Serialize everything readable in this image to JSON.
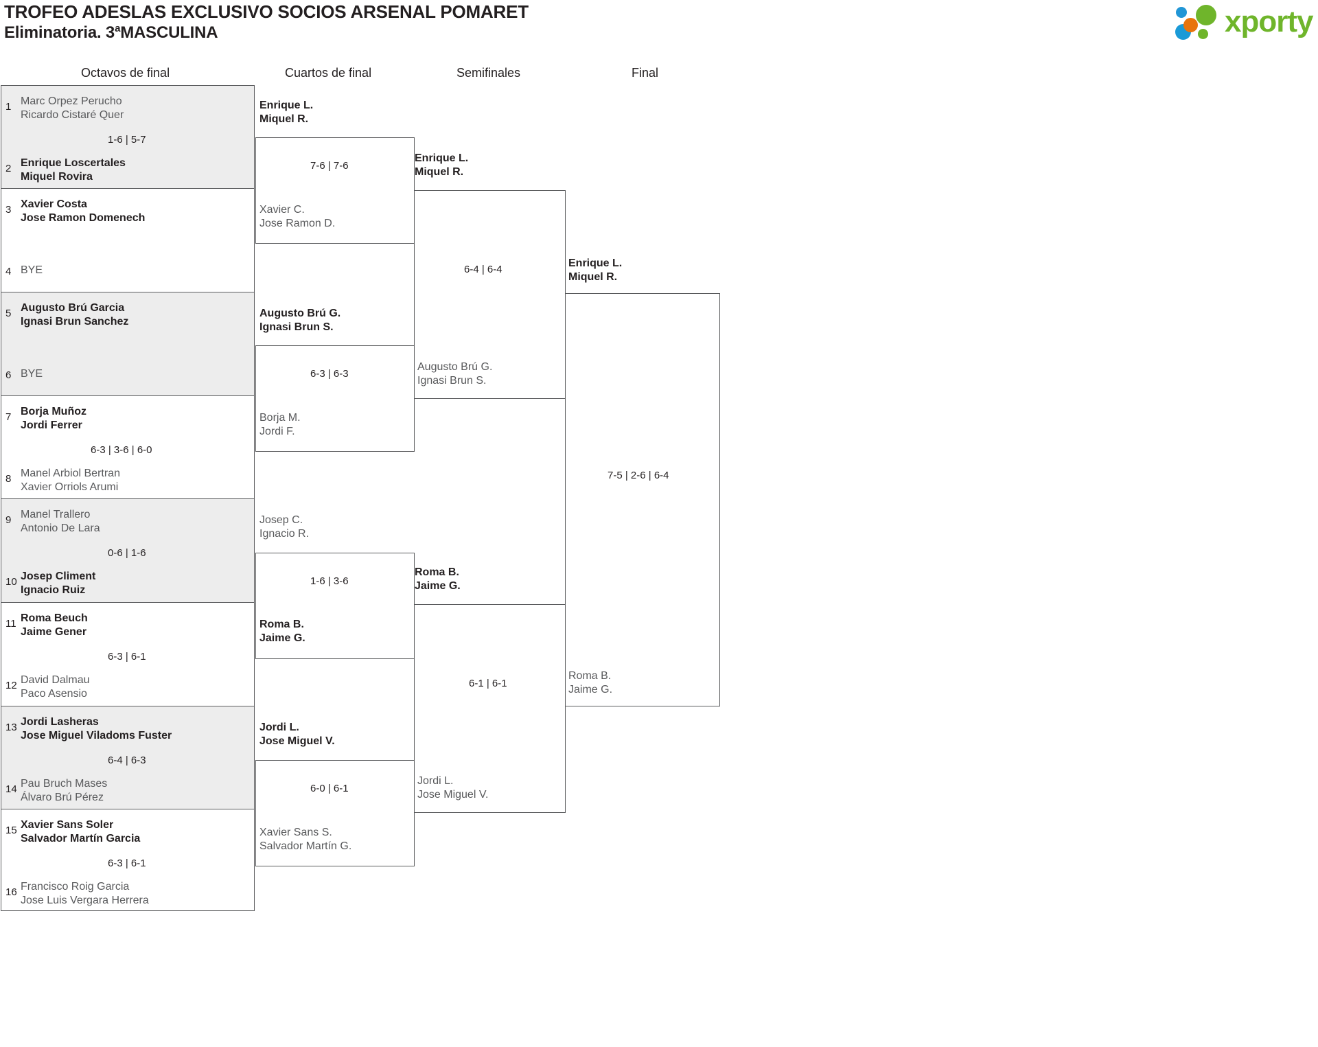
{
  "header": {
    "title_line1": "TROFEO ADESLAS EXCLUSIVO SOCIOS ARSENAL POMARET",
    "title_line2_pre": "Eliminatoria. 3",
    "title_line2_sup": "a",
    "title_line2_post": "MASCULINA",
    "logo_text": "xporty"
  },
  "rounds": [
    {
      "label": "Octavos de final"
    },
    {
      "label": "Cuartos de final"
    },
    {
      "label": "Semifinales"
    },
    {
      "label": "Final"
    }
  ],
  "round1": {
    "matches": [
      {
        "score": "1-6 | 5-7",
        "top": {
          "seed": "1",
          "p1": "Marc Orpez Perucho",
          "p2": "Ricardo Cistaré Quer",
          "winner": false
        },
        "bottom": {
          "seed": "2",
          "p1": "Enrique Loscertales",
          "p2": "Miquel Rovira",
          "winner": true
        }
      },
      {
        "score": "",
        "top": {
          "seed": "3",
          "p1": "Xavier Costa",
          "p2": "Jose Ramon Domenech",
          "winner": true
        },
        "bottom": {
          "seed": "4",
          "p1": "BYE",
          "p2": "",
          "winner": false
        }
      },
      {
        "score": "",
        "top": {
          "seed": "5",
          "p1": "Augusto Brú Garcia",
          "p2": "Ignasi Brun Sanchez",
          "winner": true
        },
        "bottom": {
          "seed": "6",
          "p1": "BYE",
          "p2": "",
          "winner": false
        }
      },
      {
        "score": "6-3 | 3-6 | 6-0",
        "top": {
          "seed": "7",
          "p1": "Borja Muñoz",
          "p2": "Jordi Ferrer",
          "winner": true
        },
        "bottom": {
          "seed": "8",
          "p1": "Manel Arbiol Bertran",
          "p2": "Xavier Orriols Arumi",
          "winner": false
        }
      },
      {
        "score": "0-6 | 1-6",
        "top": {
          "seed": "9",
          "p1": "Manel Trallero",
          "p2": "Antonio De Lara",
          "winner": false
        },
        "bottom": {
          "seed": "10",
          "p1": "Josep Climent",
          "p2": "Ignacio Ruiz",
          "winner": true
        }
      },
      {
        "score": "6-3 | 6-1",
        "top": {
          "seed": "11",
          "p1": "Roma Beuch",
          "p2": "Jaime Gener",
          "winner": true
        },
        "bottom": {
          "seed": "12",
          "p1": "David Dalmau",
          "p2": "Paco Asensio",
          "winner": false
        }
      },
      {
        "score": "6-4 | 6-3",
        "top": {
          "seed": "13",
          "p1": "Jordi Lasheras",
          "p2": "Jose Miguel Viladoms Fuster",
          "winner": true
        },
        "bottom": {
          "seed": "14",
          "p1": "Pau Bruch Mases",
          "p2": "Álvaro Brú Pérez",
          "winner": false
        }
      },
      {
        "score": "6-3 | 6-1",
        "top": {
          "seed": "15",
          "p1": "Xavier Sans Soler",
          "p2": "Salvador Martín Garcia",
          "winner": true
        },
        "bottom": {
          "seed": "16",
          "p1": "Francisco Roig Garcia",
          "p2": "Jose Luis Vergara Herrera",
          "winner": false
        }
      }
    ]
  },
  "round2": {
    "matches": [
      {
        "score": "7-6 | 7-6",
        "top": {
          "p1": "Enrique L.",
          "p2": "Miquel R.",
          "winner": true
        },
        "bottom": {
          "p1": "Xavier C.",
          "p2": "Jose Ramon D.",
          "winner": false
        }
      },
      {
        "score": "6-3 | 6-3",
        "top": {
          "p1": "Augusto Brú G.",
          "p2": "Ignasi Brun S.",
          "winner": true
        },
        "bottom": {
          "p1": "Borja M.",
          "p2": "Jordi F.",
          "winner": false
        }
      },
      {
        "score": "1-6 | 3-6",
        "top": {
          "p1": "Josep C.",
          "p2": "Ignacio R.",
          "winner": false
        },
        "bottom": {
          "p1": "Roma B.",
          "p2": "Jaime G.",
          "winner": true
        }
      },
      {
        "score": "6-0 | 6-1",
        "top": {
          "p1": "Jordi L.",
          "p2": "Jose Miguel V.",
          "winner": true
        },
        "bottom": {
          "p1": "Xavier Sans S.",
          "p2": "Salvador Martín G.",
          "winner": false
        }
      }
    ]
  },
  "round3": {
    "matches": [
      {
        "score": "6-4 | 6-4",
        "top": {
          "p1": "Enrique L.",
          "p2": "Miquel R.",
          "winner": true
        },
        "bottom": {
          "p1": "Augusto Brú G.",
          "p2": "Ignasi Brun S.",
          "winner": false
        }
      },
      {
        "score": "6-1 | 6-1",
        "top": {
          "p1": "Roma B.",
          "p2": "Jaime G.",
          "winner": true
        },
        "bottom": {
          "p1": "Jordi L.",
          "p2": "Jose Miguel V.",
          "winner": false
        }
      }
    ]
  },
  "round4": {
    "matches": [
      {
        "score": "7-5 | 2-6 | 6-4",
        "top": {
          "p1": "Enrique L.",
          "p2": "Miquel R.",
          "winner": true
        },
        "bottom": {
          "p1": "Roma B.",
          "p2": "Jaime G.",
          "winner": false
        }
      }
    ]
  }
}
